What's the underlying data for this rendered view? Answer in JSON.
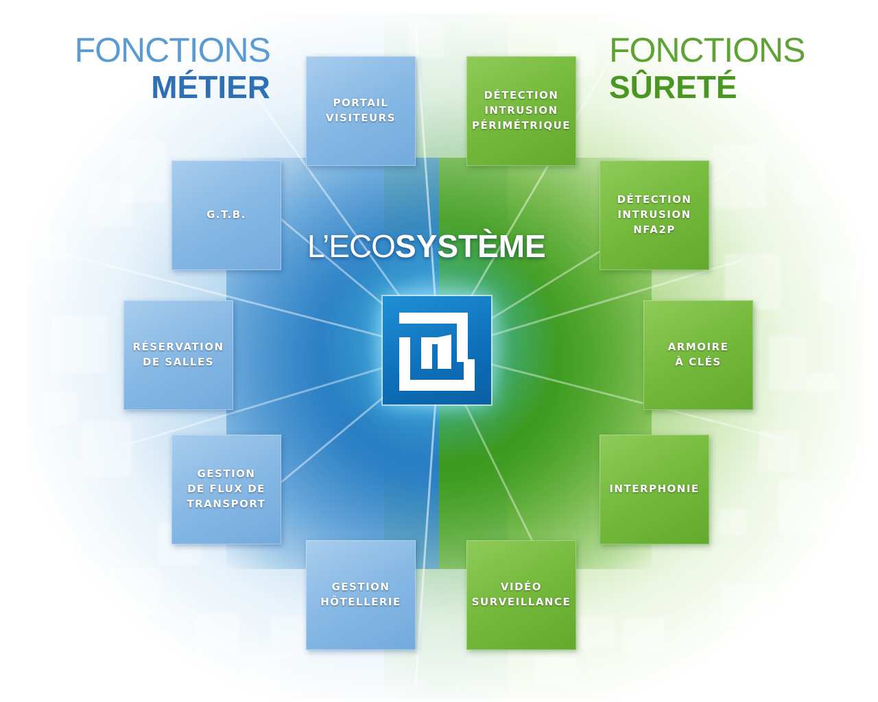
{
  "headings": {
    "left": {
      "line1": "FONCTIONS",
      "line2": "MÉTIER",
      "color": "#2f6fb3"
    },
    "right": {
      "line1": "FONCTIONS",
      "line2": "SÛRETÉ",
      "color": "#4a9622"
    }
  },
  "center": {
    "title_thin": "L’ECO",
    "title_bold": "SYSTÈME",
    "logo_icon": "ecosystem-logo-icon",
    "logo_color": "#0d6fb8"
  },
  "metier_functions": [
    {
      "label": "PORTAIL\nVISITEURS"
    },
    {
      "label": "G.T.B."
    },
    {
      "label": "RÉSERVATION\nDE SALLES"
    },
    {
      "label": "GESTION\nDE FLUX DE\nTRANSPORT"
    },
    {
      "label": "GESTION\nHÔTELLERIE"
    }
  ],
  "surete_functions": [
    {
      "label": "DÉTECTION\nINTRUSION\nPÉRIMÉTRIQUE"
    },
    {
      "label": "DÉTECTION\nINTRUSION\nNFA2P"
    },
    {
      "label": "ARMOIRE\nÀ CLÉS"
    },
    {
      "label": "INTERPHONIE"
    },
    {
      "label": "VIDÉO\nSURVEILLANCE"
    }
  ],
  "colors": {
    "metier_tile": "#86b8e4",
    "surete_tile": "#74b93c"
  }
}
